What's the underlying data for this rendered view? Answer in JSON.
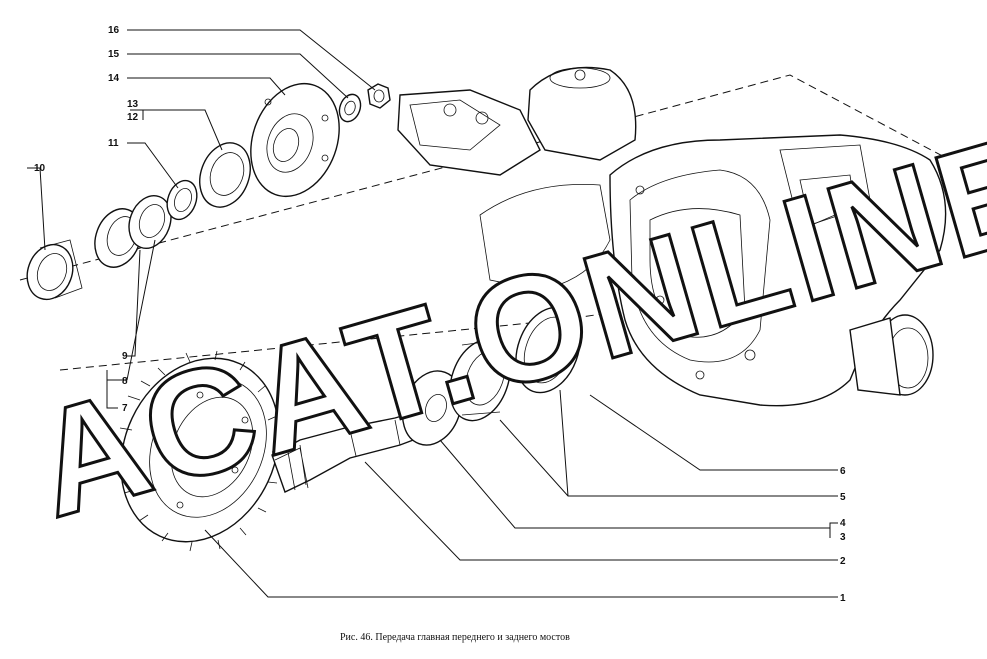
{
  "watermark": "ACAT.ONLINE",
  "caption": "Рис. 46. Передача главная переднего и заднего мостов",
  "callouts": [
    {
      "id": "c16",
      "text": "16"
    },
    {
      "id": "c15",
      "text": "15"
    },
    {
      "id": "c14",
      "text": "14"
    },
    {
      "id": "c13",
      "text": "13"
    },
    {
      "id": "c12",
      "text": "12"
    },
    {
      "id": "c11",
      "text": "11"
    },
    {
      "id": "c10",
      "text": "10"
    },
    {
      "id": "c9",
      "text": "9"
    },
    {
      "id": "c8",
      "text": "8"
    },
    {
      "id": "c7",
      "text": "7"
    },
    {
      "id": "c6",
      "text": "6"
    },
    {
      "id": "c5",
      "text": "5"
    },
    {
      "id": "c4",
      "text": "4"
    },
    {
      "id": "c3",
      "text": "3"
    },
    {
      "id": "c2",
      "text": "2"
    },
    {
      "id": "c1",
      "text": "1"
    }
  ]
}
